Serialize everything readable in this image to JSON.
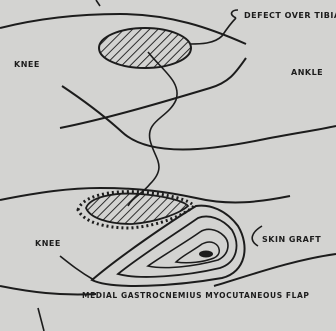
{
  "labels": {
    "defect": "DEFECT OVER TIBIA",
    "knee_top": "KNEE",
    "ankle": "ANKLE",
    "knee_bottom": "KNEE",
    "skin_graft": "SKIN GRAFT",
    "caption": "MEDIAL GASTROCNEMIUS MYOCUTANEOUS FLAP"
  },
  "colors": {
    "paper": "#d3d3d1",
    "ink": "#1c1c1c"
  }
}
